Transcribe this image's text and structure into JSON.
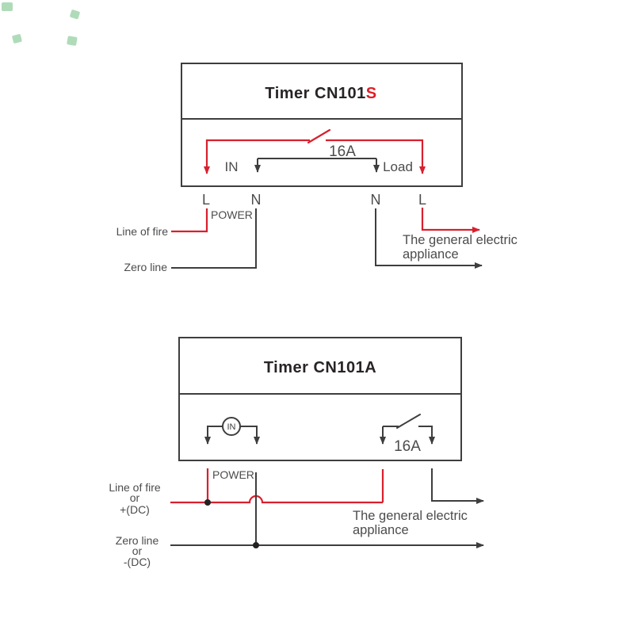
{
  "page": {
    "background": "#ffffff"
  },
  "colors": {
    "wire_live_red": "#d8202e",
    "wire_neutral_dark": "#3f3e3e",
    "label_text_gray": "#4c4c4e",
    "title_text_dark": "#282425",
    "title_accent_red": "#e01d26",
    "watermark_green": "#6fbe7f"
  },
  "top_diagram": {
    "title_prefix": "Timer CN101",
    "title_suffix": "S",
    "rating": "16A",
    "in_label": "IN",
    "load_label": "Load",
    "terminals": [
      "L",
      "N",
      "N",
      "L"
    ],
    "power_label": "POWER",
    "line_of_fire": "Line of fire",
    "zero_line": "Zero line",
    "appliance_line1": "The general electric",
    "appliance_line2": "appliance"
  },
  "bottom_diagram": {
    "title": "Timer CN101A",
    "rating": "16A",
    "coil_label": "IN",
    "power_label": "POWER",
    "live_label_line1": "Line of fire",
    "live_label_line2": "or",
    "live_label_line3": "+(DC)",
    "neutral_label_line1": "Zero line",
    "neutral_label_line2": "or",
    "neutral_label_line3": "-(DC)",
    "appliance_line1": "The general electric",
    "appliance_line2": "appliance"
  }
}
